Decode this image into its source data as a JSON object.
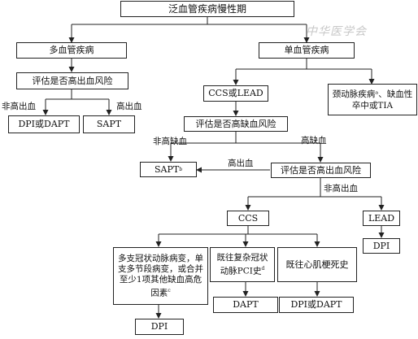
{
  "watermark": "中华医学会",
  "nodes": {
    "root": "泛血管疾病慢性期",
    "multi": "多血管疾病",
    "single": "单血管疾病",
    "eval_bleed_multi": "评估是否高出血风险",
    "dpi_or_dapt_1": "DPI或DAPT",
    "sapt_1": "SAPT",
    "ccs_or_lead": "CCS或LEAD",
    "carotid": "颈动脉疾病ᵃ、缺血性卒中或TIA",
    "eval_ischemia": "评估是否高缺血风险",
    "sapt_b": "SAPT",
    "sapt_b_sup": "b",
    "eval_bleed_single": "评估是否高出血风险",
    "ccs": "CCS",
    "lead": "LEAD",
    "dpi_lead": "DPI",
    "multivessel_cad": "多支冠状动脉病变，单支多节段病变，或合并至少1项其他缺血高危因素",
    "multivessel_cad_sup": "c",
    "complex_pci": "既往复杂冠状动脉PCI史",
    "complex_pci_sup": "d",
    "prior_mi": "既往心肌梗死史",
    "dpi_final": "DPI",
    "dapt_final": "DAPT",
    "dpi_or_dapt_2": "DPI或DAPT"
  },
  "edge_labels": {
    "non_high_bleed_1": "非高出血",
    "high_bleed_1": "高出血",
    "non_high_isch": "非高缺血",
    "high_isch": "高缺血",
    "high_bleed_2": "高出血",
    "non_high_bleed_2": "非高出血"
  }
}
